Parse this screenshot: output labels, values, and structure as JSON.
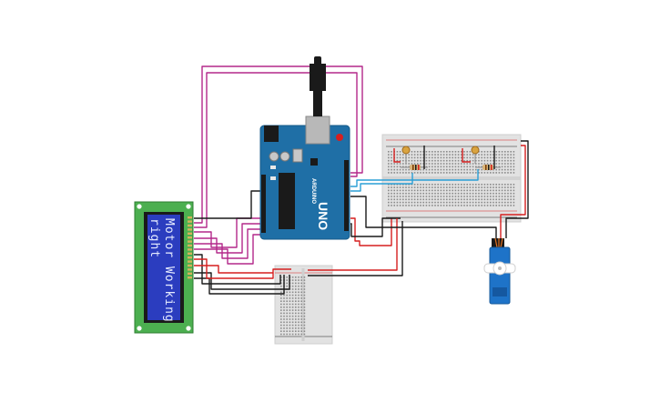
{
  "lcd": {
    "line1": "Motor Working",
    "line2": "right"
  },
  "arduino": {
    "model": "UNO",
    "brand": "ARDUINO"
  },
  "colors": {
    "wire_magenta": "#b3288a",
    "wire_red": "#d61f1f",
    "wire_black": "#1a1a1a",
    "wire_blue": "#2a9fd6",
    "arduino_blue": "#1f6fa6",
    "lcd_pcb": "#4caf50",
    "lcd_screen": "#2b3dbf",
    "breadboard": "#e3e3e3",
    "servo_blue": "#1e73c8"
  }
}
